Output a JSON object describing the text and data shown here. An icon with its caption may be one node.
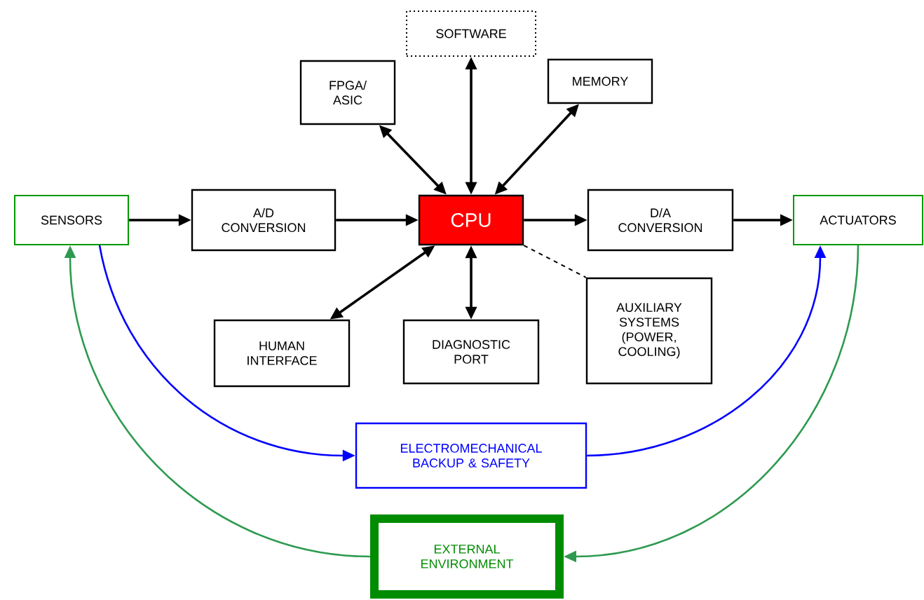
{
  "diagram": {
    "nodes": [
      {
        "text": [
          "SOFTWARE"
        ]
      },
      {
        "text": [
          "FPGA/ ASIC"
        ]
      },
      {
        "text": [
          "MEMORY"
        ]
      },
      {
        "text": [
          "SENSORS"
        ]
      },
      {
        "text": [
          "A/D CONVERSION"
        ]
      },
      {
        "text": [
          "CPU"
        ]
      },
      {
        "text": [
          "D/A CONVERSION"
        ]
      },
      {
        "text": [
          "ACTUATORS"
        ]
      },
      {
        "text": [
          "HUMAN INTERFACE"
        ]
      },
      {
        "text": [
          "DIAGNOSTIC PORT"
        ]
      },
      {
        "text": [
          "AUXILIARY SYSTEMS (POWER, COOLING)"
        ]
      },
      {
        "text": [
          "ELECTROMECHANICAL BACKUP & SAFETY"
        ]
      },
      {
        "text": [
          "EXTERNAL ENVIRONMENT"
        ]
      }
    ],
    "edges": [
      {
        "from": 3,
        "to": 4,
        "arrow": "to"
      },
      {
        "from": 4,
        "to": 5,
        "arrow": "to"
      },
      {
        "from": 5,
        "to": 6,
        "arrow": "to"
      },
      {
        "from": 6,
        "to": 7,
        "arrow": "to"
      },
      {
        "from": 5,
        "to": 0,
        "arrow": "both"
      },
      {
        "from": 1,
        "to": 5,
        "arrow": "both"
      },
      {
        "from": 2,
        "to": 5,
        "arrow": "both"
      },
      {
        "from": 8,
        "to": 5,
        "arrow": "both"
      },
      {
        "from": 9,
        "to": 5,
        "arrow": "both"
      },
      {
        "from": 5,
        "to": 10,
        "arrow": "none",
        "style": "dashed"
      },
      {
        "from": 3,
        "to": 11,
        "arrow": "to",
        "color": "#0000ff"
      },
      {
        "from": 11,
        "to": 7,
        "arrow": "to",
        "color": "#0000ff"
      },
      {
        "from": 7,
        "to": 12,
        "arrow": "to",
        "color": "#2e9a50"
      },
      {
        "from": 12,
        "to": 3,
        "arrow": "to",
        "color": "#2e9a50"
      }
    ]
  }
}
